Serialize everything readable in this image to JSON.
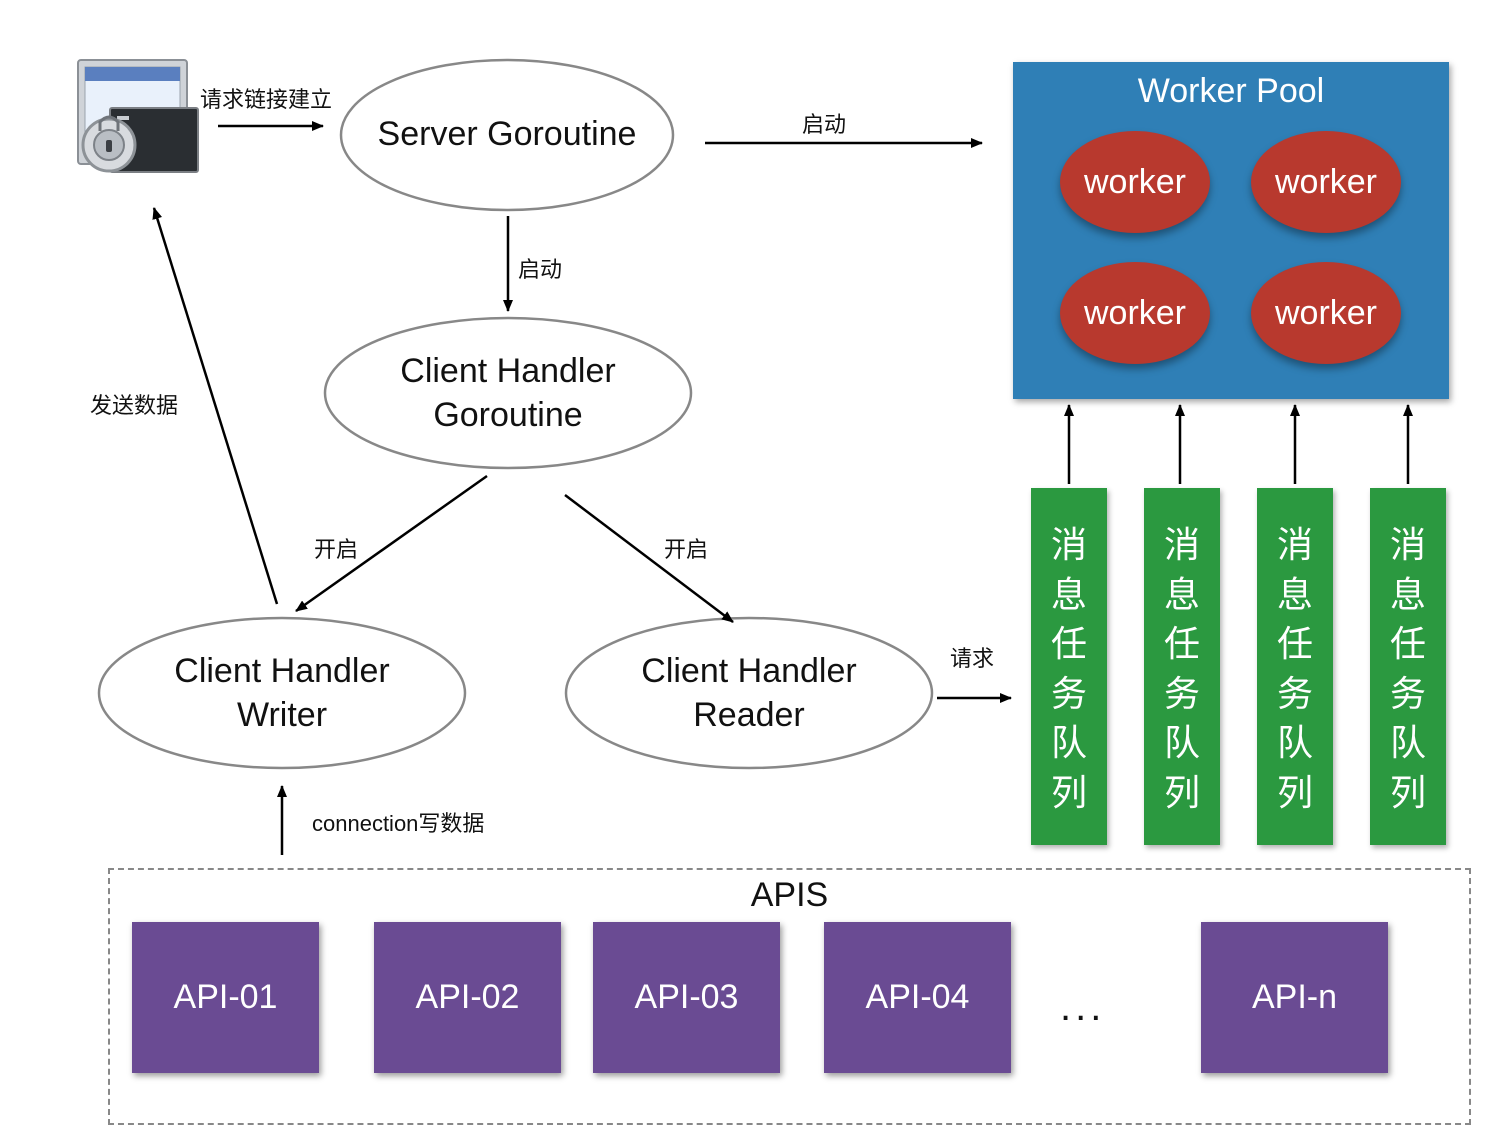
{
  "nodes": {
    "server": "Server Goroutine",
    "client_handler": [
      "Client Handler",
      "Goroutine"
    ],
    "writer": [
      "Client Handler",
      "Writer"
    ],
    "reader": [
      "Client Handler",
      "Reader"
    ]
  },
  "labels": {
    "request_connect": "请求链接建立",
    "start_pool": "启动",
    "start_handler": "启动",
    "send_data": "发送数据",
    "open_writer": "开启",
    "open_reader": "开启",
    "request": "请求",
    "connection_write": "connection写数据"
  },
  "worker_pool": {
    "title": "Worker Pool",
    "workers": [
      "worker",
      "worker",
      "worker",
      "worker"
    ]
  },
  "queues": [
    "消息任务队列",
    "消息任务队列",
    "消息任务队列",
    "消息任务队列"
  ],
  "apis": {
    "title": "APIS",
    "items": [
      "API-01",
      "API-02",
      "API-03",
      "API-04",
      "API-n"
    ],
    "ellipsis": "..."
  },
  "icons": {
    "client": "terminal-lock-icon"
  },
  "colors": {
    "pool": "#2f7fb6",
    "worker": "#b8392e",
    "queue": "#2b9940",
    "api": "#6a4b93"
  }
}
